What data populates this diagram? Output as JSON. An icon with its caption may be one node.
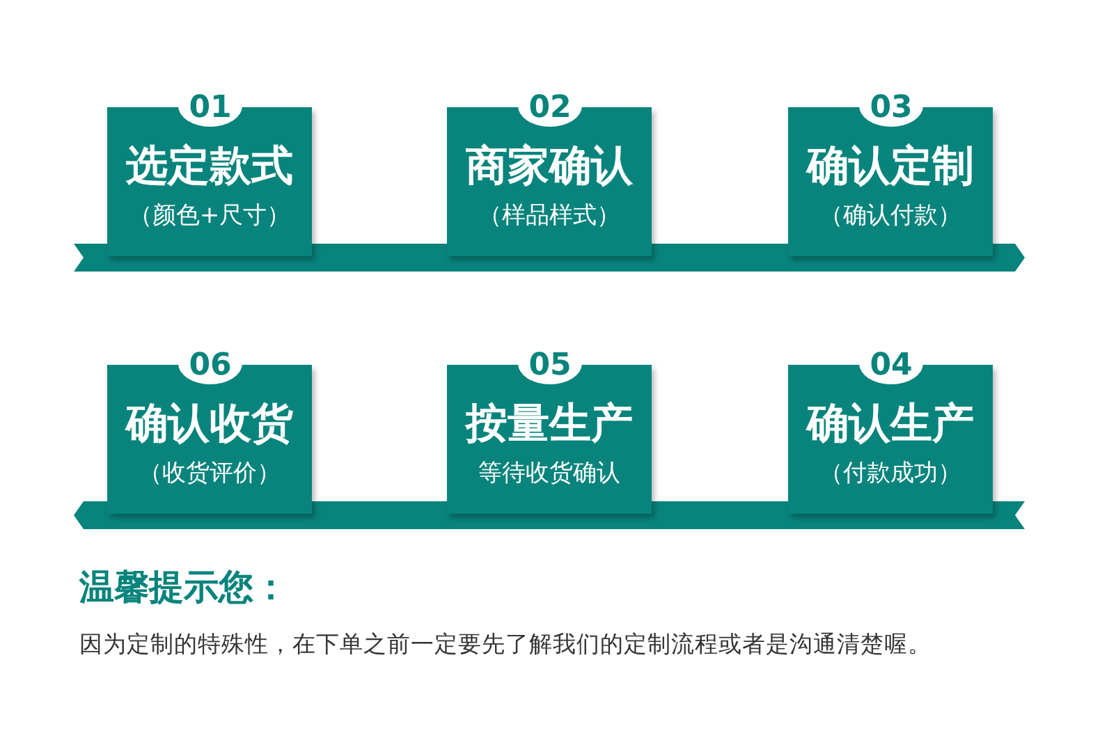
{
  "diagram": {
    "nodes": [
      {
        "text": [
          "01",
          "选定款式",
          "（颜色+尺寸）"
        ]
      },
      {
        "text": [
          "02",
          "商家确认",
          "（样品样式）"
        ]
      },
      {
        "text": [
          "03",
          "确认定制",
          "（确认付款）"
        ]
      },
      {
        "text": [],
        "shape": "ribbon"
      },
      {
        "text": [
          "06",
          "确认收货",
          "（收货评价）"
        ]
      },
      {
        "text": [
          "05",
          "按量生产",
          "等待收货确认"
        ]
      },
      {
        "text": [
          "04",
          "确认生产",
          "（付款成功）"
        ]
      },
      {
        "text": [],
        "shape": "ribbon"
      }
    ],
    "labels": [
      "温馨提示您：",
      "因为定制的特殊性，在下单之前一定要先了解我们的定制流程或者是沟通清楚喔。"
    ]
  }
}
